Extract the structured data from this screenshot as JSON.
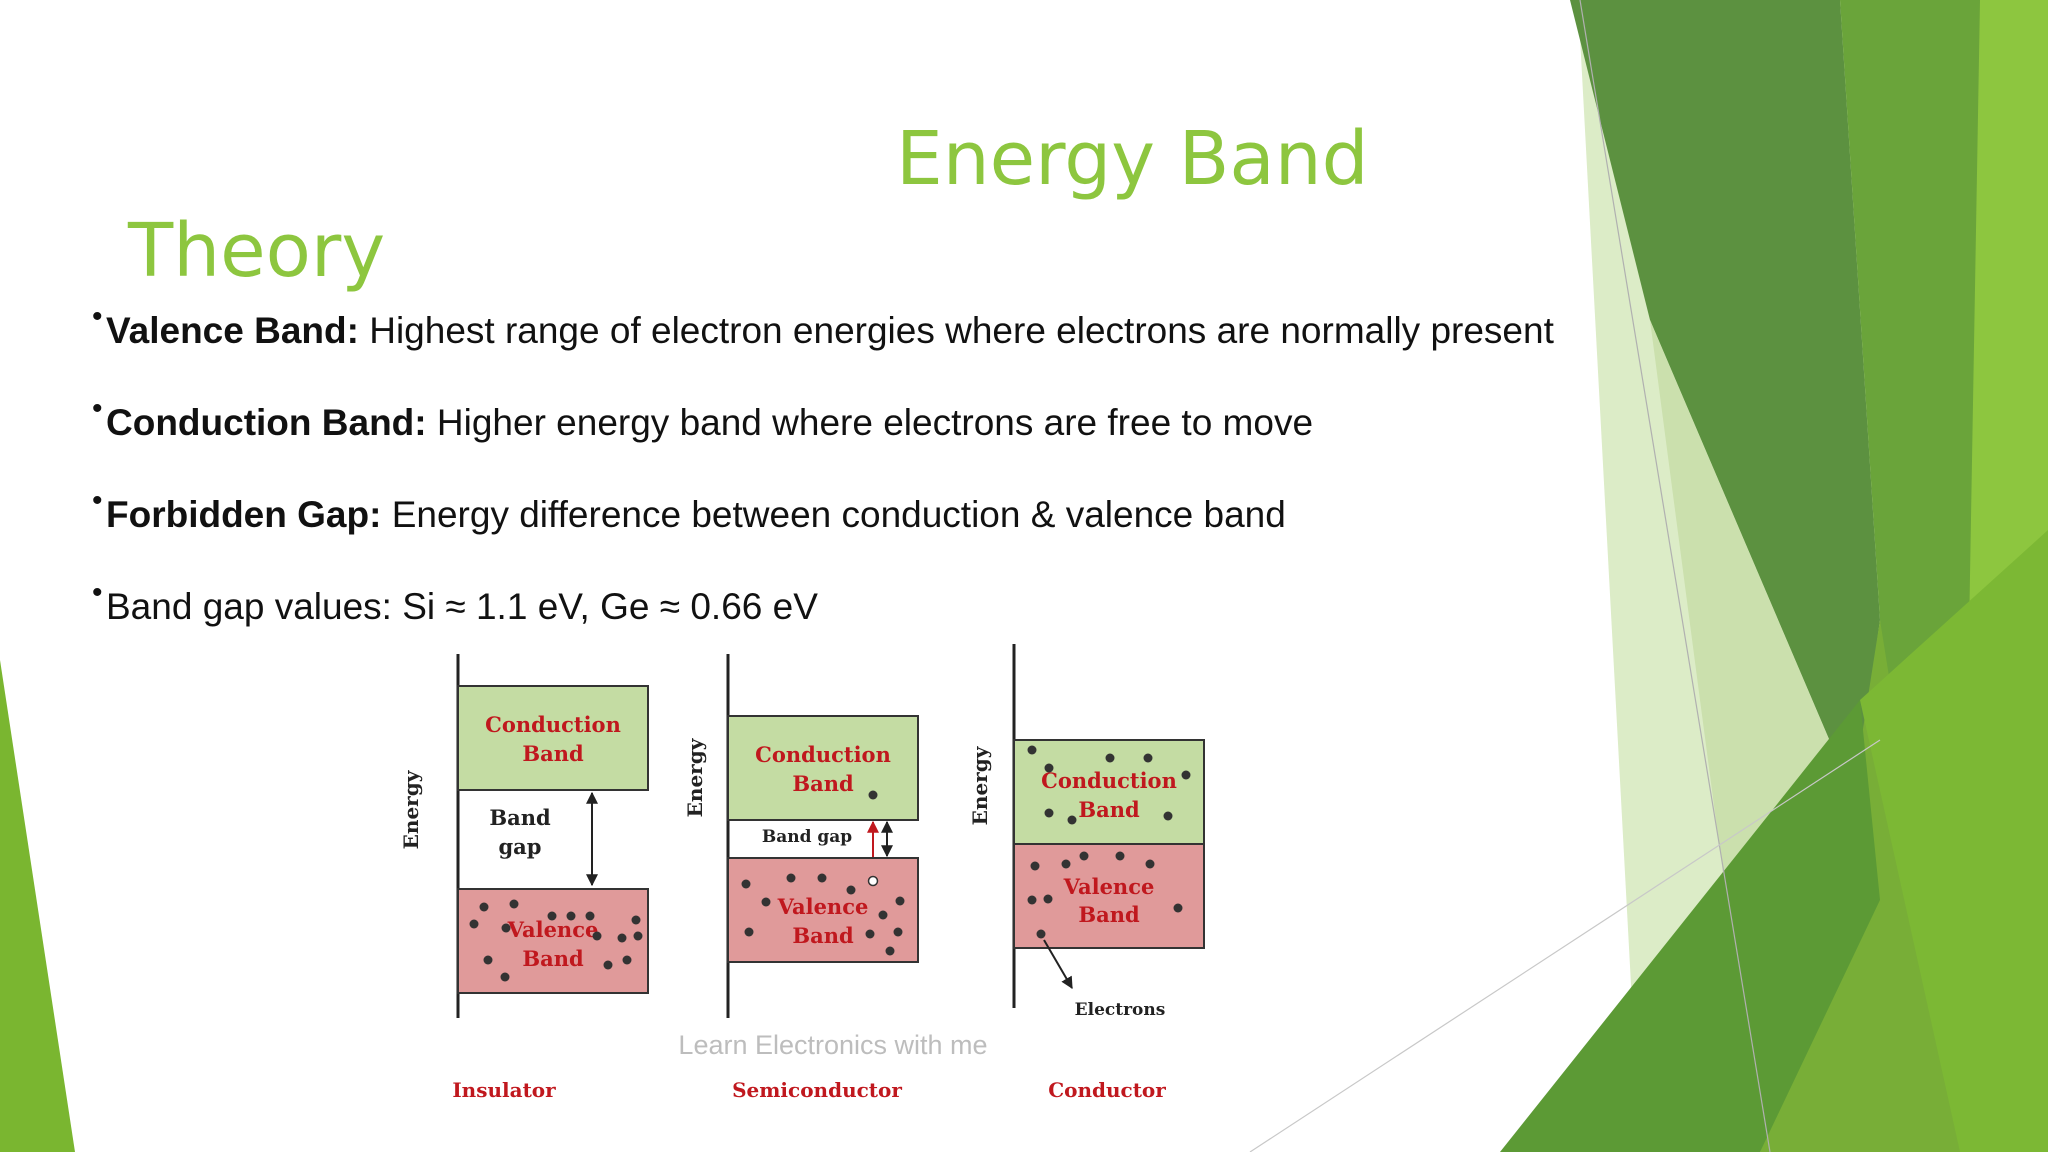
{
  "slide": {
    "title_line1": "Energy Band",
    "title_line2": "Theory",
    "title_color": "#8dc63f",
    "bullets": [
      {
        "term": "Valence Band:",
        "text": " Highest range of electron energies where electrons are normally present"
      },
      {
        "term": "Conduction Band:",
        "text": " Higher energy band where electrons are free to move"
      },
      {
        "term": "Forbidden Gap:",
        "text": " Energy difference between conduction & valence band"
      },
      {
        "term": "",
        "text": "Band gap values: Si ≈ 1.1 eV, Ge ≈ 0.66 eV"
      }
    ]
  },
  "figure": {
    "axis_label": "Energy",
    "conduction_line1": "Conduction",
    "conduction_line2": "Band",
    "valence_line1": "Valence",
    "valence_line2": "Band",
    "insulator_gap_line1": "Band",
    "insulator_gap_line2": "gap",
    "semiconductor_gap": "Band gap",
    "electrons_label": "Electrons",
    "watermark": "Learn Electronics with me",
    "panel_labels": [
      "Insulator",
      "Semiconductor",
      "Conductor"
    ],
    "colors": {
      "conduction": "#c4dca3",
      "valence": "#e09a9a",
      "band_text": "#c0181e"
    }
  }
}
